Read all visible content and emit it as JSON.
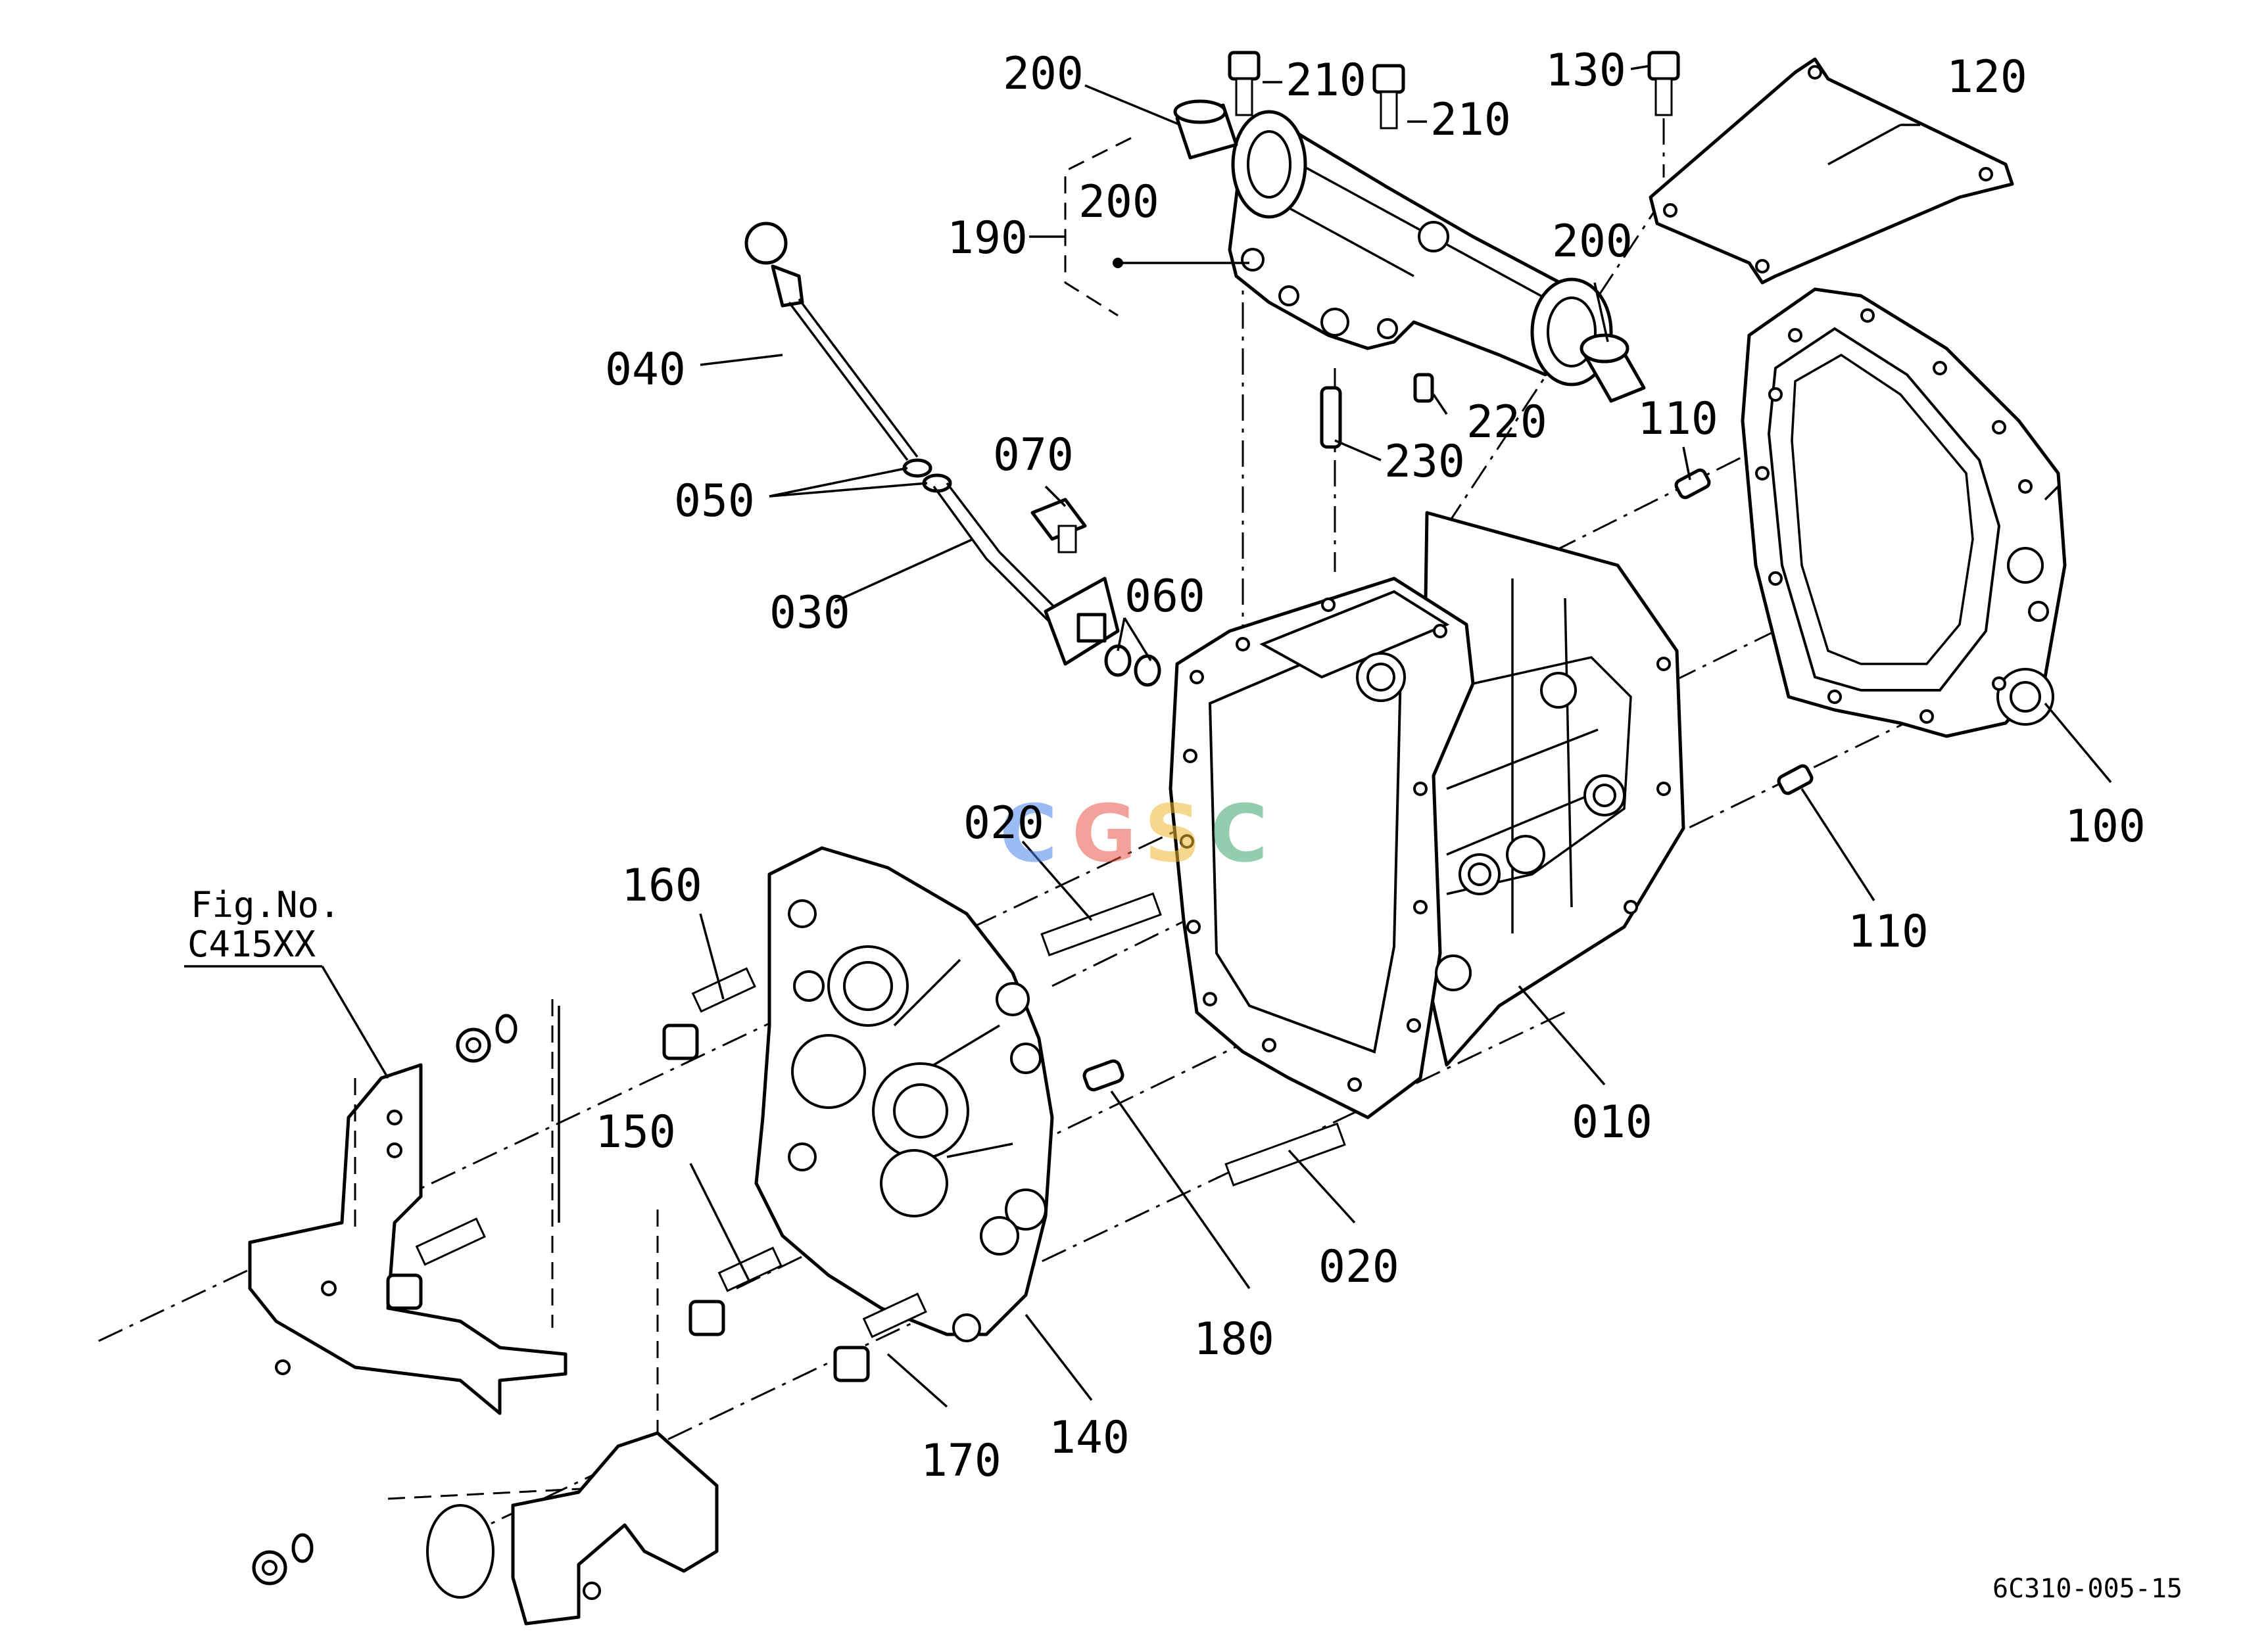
{
  "diagram": {
    "part_labels": [
      "200",
      "210",
      "210",
      "130",
      "120",
      "190",
      "200",
      "200",
      "040",
      "220",
      "230",
      "050",
      "070",
      "110",
      "030",
      "060",
      "020",
      "100",
      "160",
      "110",
      "150",
      "010",
      "020",
      "180",
      "170",
      "140"
    ],
    "figure_ref": {
      "line1": "Fig.No.",
      "line2": "C415XX"
    },
    "drawing_code": "6C310-005-15",
    "watermark": {
      "letters": [
        "C",
        "G",
        "S",
        "C"
      ],
      "colors": [
        "#4a86e8",
        "#e8574a",
        "#f2b632",
        "#3aa56b"
      ]
    }
  }
}
